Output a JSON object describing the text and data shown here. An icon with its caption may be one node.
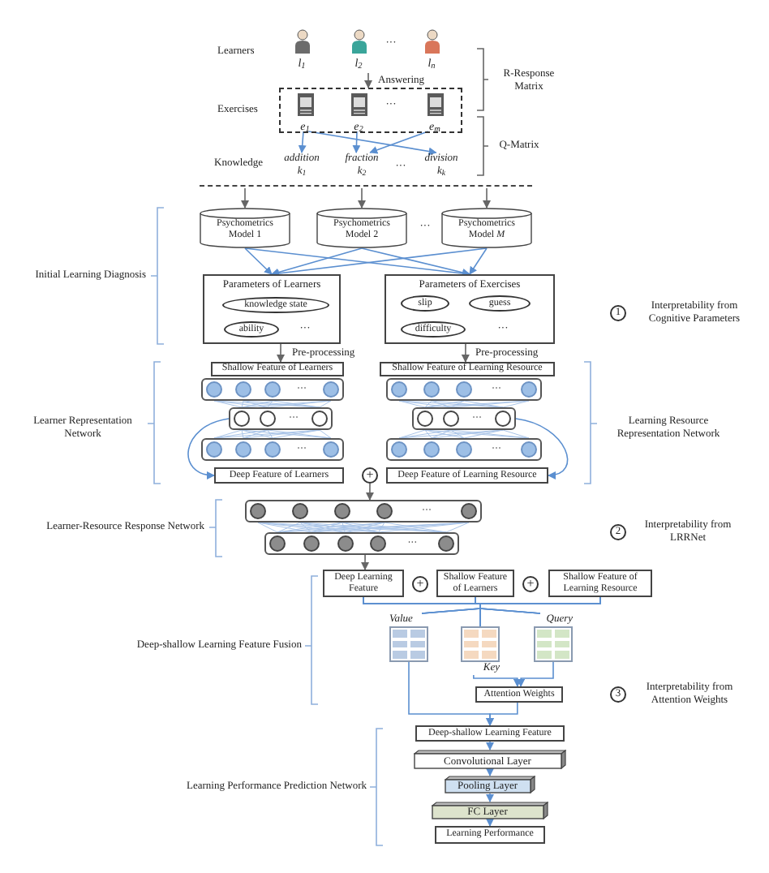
{
  "diagram": {
    "nodes": [
      {
        "text": [
          "l$_{1}$"
        ]
      },
      {
        "text": [
          "l$_{2}$"
        ]
      },
      {
        "text": [
          "l$_{n}$"
        ]
      },
      {
        "text": [],
        "shape": "box"
      },
      {
        "text": [
          "e$_{1}$"
        ],
        "in": 3
      },
      {
        "text": [
          "e$_{2}$"
        ],
        "in": 3
      },
      {
        "text": [
          "e$_{m}$"
        ],
        "in": 3
      },
      {
        "text": [
          "addition",
          "k$_{1}$"
        ]
      },
      {
        "text": [
          "fraction",
          "k$_{2}$"
        ]
      },
      {
        "text": [
          "division",
          "k$_{k}$"
        ]
      },
      {
        "text": [
          "Psychometrics Model 1"
        ]
      },
      {
        "text": [
          "Psychometrics Model 2"
        ]
      },
      {
        "text": [
          "Psychometrics Model *M*"
        ]
      },
      {
        "text": [
          "Parameters of Learners"
        ]
      },
      {
        "text": [
          "knowledge state"
        ],
        "in": 13
      },
      {
        "text": [
          "ability"
        ],
        "in": 13
      },
      {
        "text": [
          "Parameters of Exercises"
        ]
      },
      {
        "text": [
          "slip"
        ],
        "in": 16
      },
      {
        "text": [
          "guess"
        ],
        "in": 16
      },
      {
        "text": [
          "difficulty"
        ],
        "in": 16
      },
      {
        "text": [
          "1"
        ],
        "beside": [
          "Interpretability from Cognitive Parameters"
        ]
      },
      {
        "text": [
          "Shallow Feature of Learners"
        ]
      },
      {
        "text": [
          "Shallow Feature of Learning Resource"
        ]
      },
      {
        "text": [
          "···"
        ]
      },
      {
        "text": [
          "···"
        ]
      },
      {
        "text": [
          "···"
        ]
      },
      {
        "text": [
          "···"
        ]
      },
      {
        "text": [
          "···"
        ]
      },
      {
        "text": [
          "···"
        ]
      },
      {
        "text": [
          "Deep Feature of Learners"
        ]
      },
      {
        "text": [
          "+"
        ]
      },
      {
        "text": [
          "Deep Feature of Learning Resource"
        ]
      },
      {
        "text": [
          "···"
        ]
      },
      {
        "text": [
          "···"
        ]
      },
      {
        "text": [
          "2"
        ],
        "beside": [
          "Interpretability from LRRNet"
        ]
      },
      {
        "text": [
          "Deep Learning Feature"
        ]
      },
      {
        "text": [
          "+"
        ]
      },
      {
        "text": [
          "Shallow Feature of Learners"
        ]
      },
      {
        "text": [
          "+"
        ]
      },
      {
        "text": [
          "Shallow Feature of Learning Resource"
        ]
      },
      {
        "text": [
          "Value"
        ]
      },
      {
        "text": [
          "Query"
        ]
      },
      {
        "text": [
          "Key"
        ]
      },
      {
        "text": [
          "Attention Weights"
        ]
      },
      {
        "text": [
          "3"
        ],
        "beside": [
          "Interpretability from Attention Weights"
        ]
      },
      {
        "text": [
          "Deep-shallow Learning Feature"
        ]
      },
      {
        "text": [
          "Convolutional Layer"
        ]
      },
      {
        "text": [
          "Pooling Layer"
        ]
      },
      {
        "text": [
          "FC Layer"
        ]
      },
      {
        "text": [
          "Learning Performance"
        ]
      },
      {
        "text": [],
        "shape": "bar"
      }
    ],
    "edges": [
      {
        "from": 1,
        "to": 3,
        "arrow": "to",
        "label": "Answering",
        "color": "#666666"
      },
      {
        "from": 4,
        "to": 7,
        "arrow": "to"
      },
      {
        "from": 4,
        "to": 9,
        "arrow": "to"
      },
      {
        "from": 5,
        "to": 8,
        "arrow": "to"
      },
      {
        "from": 6,
        "to": 8,
        "arrow": "to"
      },
      {
        "from": 50,
        "to": 10,
        "arrow": "to",
        "color": "#666666"
      },
      {
        "from": 50,
        "to": 11,
        "arrow": "to",
        "color": "#666666"
      },
      {
        "from": 50,
        "to": 12,
        "arrow": "to",
        "color": "#666666"
      },
      {
        "from": 10,
        "to": 13,
        "arrow": "to"
      },
      {
        "from": 10,
        "to": 16,
        "arrow": "to"
      },
      {
        "from": 11,
        "to": 13,
        "arrow": "to"
      },
      {
        "from": 11,
        "to": 16,
        "arrow": "to"
      },
      {
        "from": 12,
        "to": 13,
        "arrow": "to"
      },
      {
        "from": 12,
        "to": 16,
        "arrow": "to"
      },
      {
        "from": 13,
        "to": 21,
        "arrow": "to",
        "label": "Pre-processing",
        "color": "#666666"
      },
      {
        "from": 16,
        "to": 22,
        "arrow": "to",
        "label": "Pre-processing",
        "color": "#666666"
      },
      {
        "from": 23,
        "to": 25,
        "arrow": "none",
        "color": "#a9c4e8"
      },
      {
        "from": 25,
        "to": 27,
        "arrow": "none",
        "color": "#a9c4e8"
      },
      {
        "from": 24,
        "to": 26,
        "arrow": "none",
        "color": "#a9c4e8"
      },
      {
        "from": 26,
        "to": 28,
        "arrow": "none",
        "color": "#a9c4e8"
      },
      {
        "from": 25,
        "to": 29,
        "arrow": "to"
      },
      {
        "from": 26,
        "to": 31,
        "arrow": "to"
      },
      {
        "from": 30,
        "to": 32,
        "arrow": "to",
        "color": "#666666"
      },
      {
        "from": 32,
        "to": 33,
        "arrow": "none",
        "color": "#a9c4e8"
      },
      {
        "from": 33,
        "to": 35,
        "arrow": "to",
        "color": "#666666"
      },
      {
        "from": 35,
        "to": 40,
        "arrow": "none"
      },
      {
        "from": 35,
        "to": 42,
        "arrow": "none"
      },
      {
        "from": 35,
        "to": 41,
        "arrow": "none"
      },
      {
        "from": 37,
        "to": 40,
        "arrow": "none"
      },
      {
        "from": 37,
        "to": 42,
        "arrow": "none"
      },
      {
        "from": 37,
        "to": 41,
        "arrow": "none"
      },
      {
        "from": 39,
        "to": 40,
        "arrow": "none"
      },
      {
        "from": 39,
        "to": 42,
        "arrow": "none"
      },
      {
        "from": 39,
        "to": 41,
        "arrow": "none"
      },
      {
        "from": 42,
        "to": 43,
        "arrow": "to"
      },
      {
        "from": 41,
        "to": 43,
        "arrow": "to"
      },
      {
        "from": 40,
        "to": 45,
        "arrow": "to"
      },
      {
        "from": 43,
        "to": 45,
        "arrow": "to"
      },
      {
        "from": 45,
        "to": 46,
        "arrow": "to"
      },
      {
        "from": 46,
        "to": 47,
        "arrow": "to"
      },
      {
        "from": 47,
        "to": 48,
        "arrow": "to"
      },
      {
        "from": 48,
        "to": 49,
        "arrow": "to"
      }
    ],
    "labels": [
      "Learners",
      "···",
      "R-Response Matrix",
      "Exercises",
      "···",
      "Q-Matrix",
      "Knowledge",
      "···",
      "···",
      "Initial Learning Diagnosis",
      "···",
      "···",
      "Learner Representation Network",
      "Learning Resource Representation Network",
      "Learner-Resource Response Network",
      "Deep-shallow Learning Feature Fusion",
      "Learning Performance Prediction Network"
    ]
  }
}
